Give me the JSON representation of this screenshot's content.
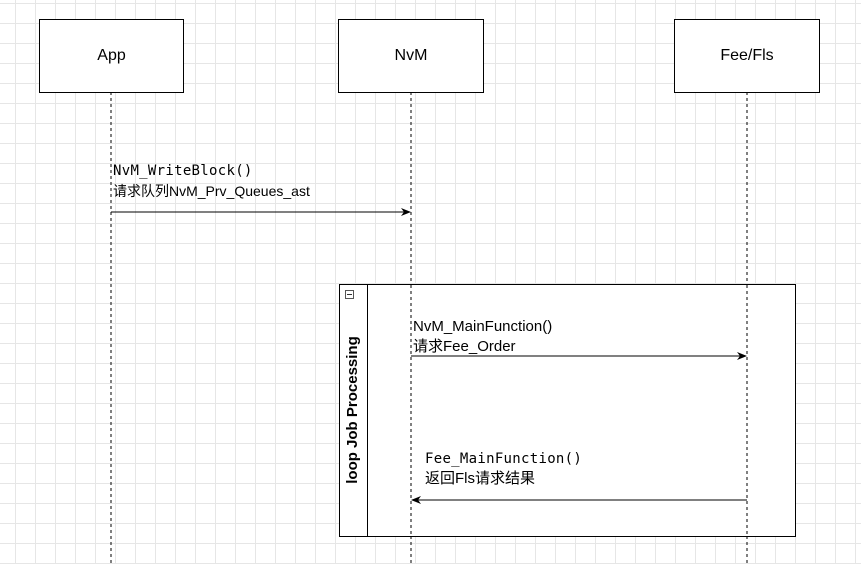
{
  "participants": {
    "app": "App",
    "nvm": "NvM",
    "fee": "Fee/Fls"
  },
  "messages": [
    {
      "line1": "NvM_WriteBlock()",
      "line2": "请求队列NvM_Prv_Queues_ast",
      "from": "App",
      "to": "NvM"
    },
    {
      "line1": "NvM_MainFunction()",
      "line2": "请求Fee_Order",
      "from": "NvM",
      "to": "Fee/Fls"
    },
    {
      "line1": "Fee_MainFunction()",
      "line2": "返回Fls请求结果",
      "from": "Fee/Fls",
      "to": "NvM"
    }
  ],
  "loop": {
    "title": "loop Job Processing"
  }
}
